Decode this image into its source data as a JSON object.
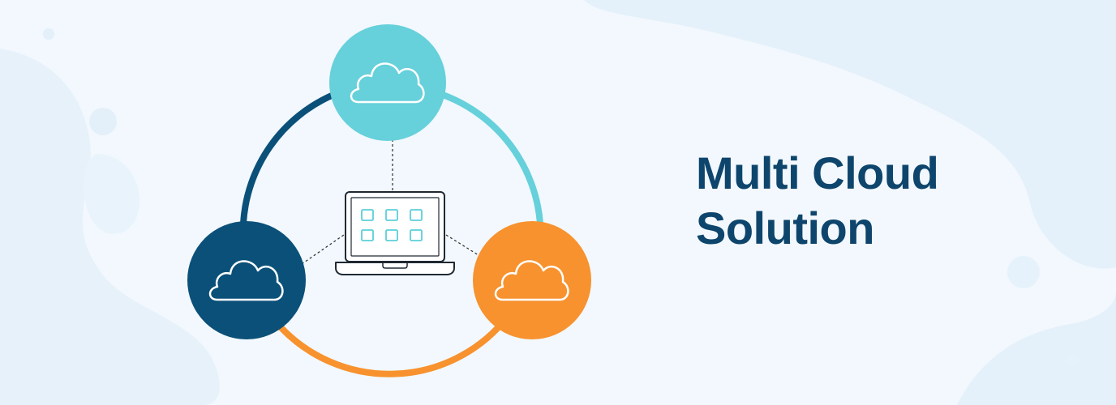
{
  "heading": {
    "line1": "Multi Cloud",
    "line2": "Solution"
  },
  "colors": {
    "background": "#f2f8fd",
    "blob": "#e4f0fa",
    "teal": "#66d0db",
    "navy": "#0a5079",
    "orange": "#f7922e",
    "title": "#0e456c",
    "laptop_outline": "#1f2933",
    "app_tile": "#5ccfd8"
  },
  "nodes": [
    {
      "name": "cloud-node-teal",
      "icon": "cloud-icon",
      "color": "#66d0db"
    },
    {
      "name": "cloud-node-navy",
      "icon": "cloud-icon",
      "color": "#0a5079"
    },
    {
      "name": "cloud-node-orange",
      "icon": "cloud-icon",
      "color": "#f7922e"
    }
  ],
  "center": {
    "icon": "laptop-icon",
    "app_grid": {
      "rows": 2,
      "cols": 3
    }
  }
}
